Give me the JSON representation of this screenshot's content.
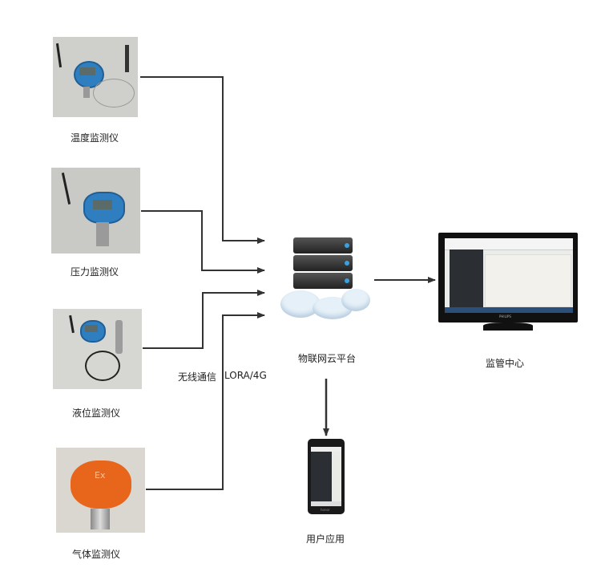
{
  "devices": [
    {
      "label": "温度监测仪",
      "icon": "temperature-sensor"
    },
    {
      "label": "压力监测仪",
      "icon": "pressure-sensor"
    },
    {
      "label": "液位监测仪",
      "icon": "level-sensor"
    },
    {
      "label": "气体监测仪",
      "icon": "gas-detector"
    }
  ],
  "gas_device_mark": "Ex",
  "connection_label": "无线通信",
  "connection_protocol": "LORA/4G",
  "cloud": {
    "label": "物联网云平台",
    "icon": "server-cloud"
  },
  "monitor": {
    "label": "监管中心",
    "icon": "monitor",
    "brand": "PHILIPS"
  },
  "phone": {
    "label": "用户应用",
    "icon": "smartphone",
    "brand": "honor"
  },
  "colors": {
    "line": "#333333",
    "device_blue": "#2f7fc0",
    "gas_orange": "#e8651c"
  }
}
